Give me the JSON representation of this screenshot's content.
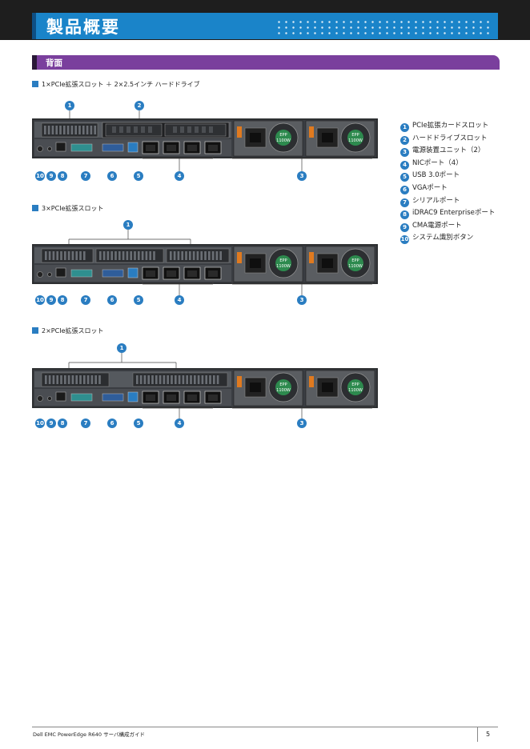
{
  "header": {
    "title": "製品概要"
  },
  "section": {
    "title": "背面"
  },
  "configs": [
    {
      "heading": "1×PCIe拡張スロット ＋ 2×2.5インチ ハードドライブ",
      "callouts_top": [
        "1",
        "2"
      ],
      "callouts_bottom": [
        "10",
        "9",
        "8",
        "7",
        "6",
        "5",
        "4",
        "3"
      ]
    },
    {
      "heading": "3×PCIe拡張スロット",
      "callouts_top": [
        "1"
      ],
      "callouts_bottom": [
        "10",
        "9",
        "8",
        "7",
        "6",
        "5",
        "4",
        "3"
      ]
    },
    {
      "heading": "2×PCIe拡張スロット",
      "callouts_top": [
        "1"
      ],
      "callouts_bottom": [
        "10",
        "9",
        "8",
        "7",
        "6",
        "5",
        "4",
        "3"
      ]
    }
  ],
  "psu_labels": {
    "line1": "EPP",
    "line2": "1100W"
  },
  "legend": [
    {
      "num": "1",
      "label": "PCIe拡張カードスロット"
    },
    {
      "num": "2",
      "label": "ハードドライブスロット"
    },
    {
      "num": "3",
      "label": "電源装置ユニット（2）"
    },
    {
      "num": "4",
      "label": "NICポート（4）"
    },
    {
      "num": "5",
      "label": "USB 3.0ポート"
    },
    {
      "num": "6",
      "label": "VGAポート"
    },
    {
      "num": "7",
      "label": "シリアルポート"
    },
    {
      "num": "8",
      "label": "iDRAC9 Enterpriseポート"
    },
    {
      "num": "9",
      "label": "CMA電源ポート"
    },
    {
      "num": "10",
      "label": "システム識別ボタン"
    }
  ],
  "footer": {
    "doc_title": "Dell EMC PowerEdge R640 サーバ構成ガイド",
    "page": "5"
  }
}
